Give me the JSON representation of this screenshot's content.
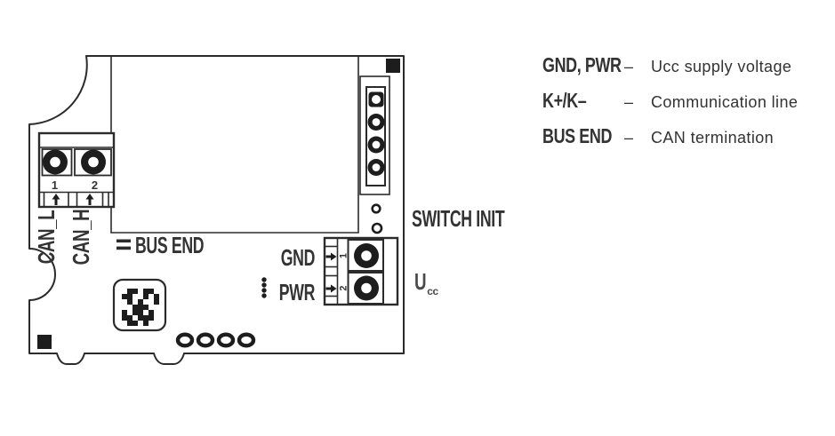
{
  "colors": {
    "line": "#2b2b2b",
    "text": "#333333"
  },
  "board": {
    "can_block": {
      "pin1": "1",
      "pin2": "2",
      "label_l": "CAN_L",
      "label_h": "CAN_H"
    },
    "bus_end_label": "BUS END",
    "power_block": {
      "pin1": "1",
      "pin2": "2",
      "gnd_label": "GND",
      "pwr_label": "PWR"
    },
    "switch_init_label": "SWITCH INIT",
    "ucc_label": {
      "base": "U",
      "sub": "cc"
    },
    "datamatrix": [
      "0110110",
      "1100101",
      "0101001",
      "0011100",
      "1011010",
      "1101110",
      "0110100"
    ]
  },
  "legend": {
    "dash": "–",
    "rows": [
      {
        "term": "GND, PWR",
        "desc": "Ucc supply voltage"
      },
      {
        "term": "K+/K–",
        "desc": "Communication line"
      },
      {
        "term": "BUS END",
        "desc": "CAN termination"
      }
    ]
  }
}
